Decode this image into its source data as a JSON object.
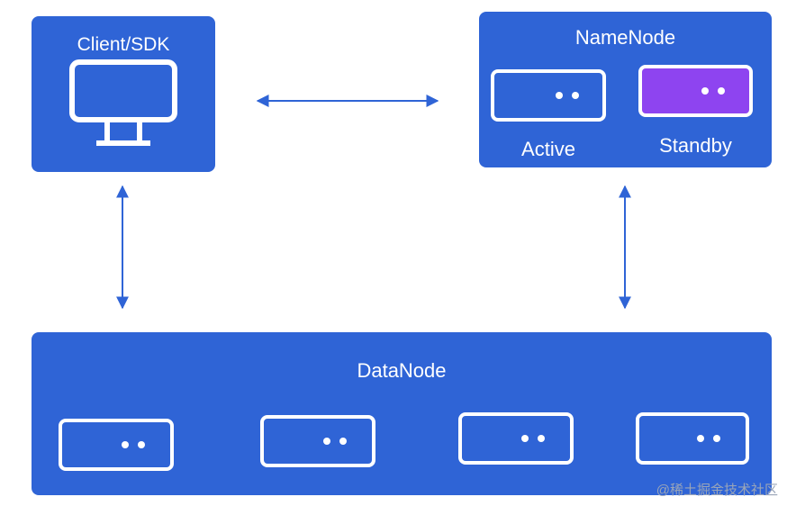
{
  "client": {
    "title": "Client/SDK",
    "icon": "monitor-icon"
  },
  "namenode": {
    "title": "NameNode",
    "active_label": "Active",
    "standby_label": "Standby",
    "standby_color": "#8e44f0"
  },
  "datanode": {
    "title": "DataNode",
    "server_count": 4
  },
  "colors": {
    "panel": "#2f64d6",
    "arrow": "#2f64d6",
    "text": "#ffffff"
  },
  "watermark": "@稀土掘金技术社区"
}
